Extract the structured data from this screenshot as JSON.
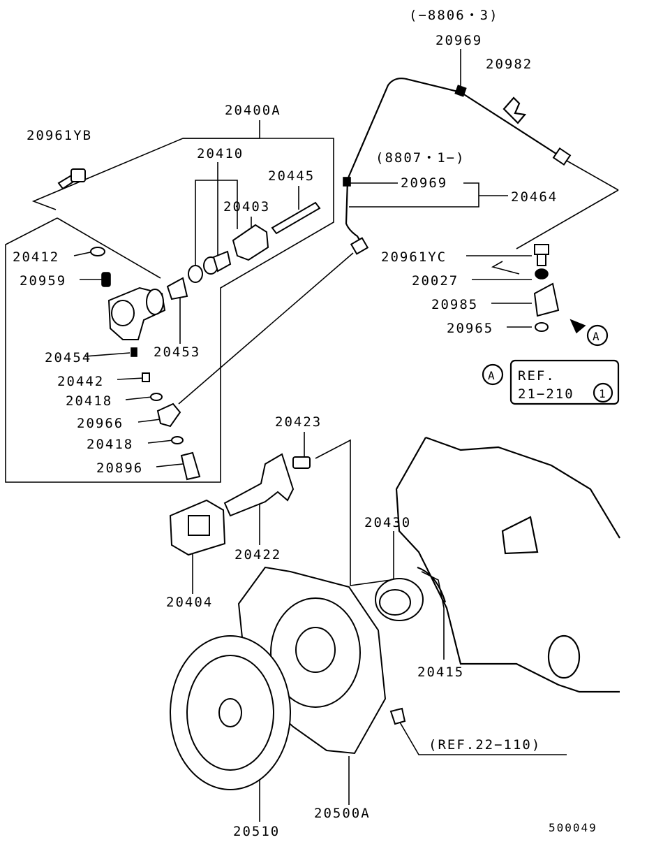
{
  "diagram": {
    "date_range_top": "(−8806・3)",
    "date_range_mid": "(8807・1−)",
    "ref_box": {
      "line1": "REF.",
      "line2": "21−210",
      "circled": "1"
    },
    "ref_marker": "A",
    "ref_bottom": "(REF.22−110)",
    "drawing_no": "500049"
  },
  "labels": {
    "p20969_top": "20969",
    "p20982": "20982",
    "p20969_mid": "20969",
    "p20464": "20464",
    "p20961YC": "20961YC",
    "p20027": "20027",
    "p20985": "20985",
    "p20965": "20965",
    "p20400A": "20400A",
    "p20961YB": "20961YB",
    "p20410": "20410",
    "p20445": "20445",
    "p20403": "20403",
    "p20412": "20412",
    "p20959": "20959",
    "p20454": "20454",
    "p20453": "20453",
    "p20442": "20442",
    "p20418a": "20418",
    "p20966": "20966",
    "p20418b": "20418",
    "p20896": "20896",
    "p20423": "20423",
    "p20422": "20422",
    "p20404": "20404",
    "p20430": "20430",
    "p20415": "20415",
    "p20510": "20510",
    "p20500A": "20500A"
  }
}
